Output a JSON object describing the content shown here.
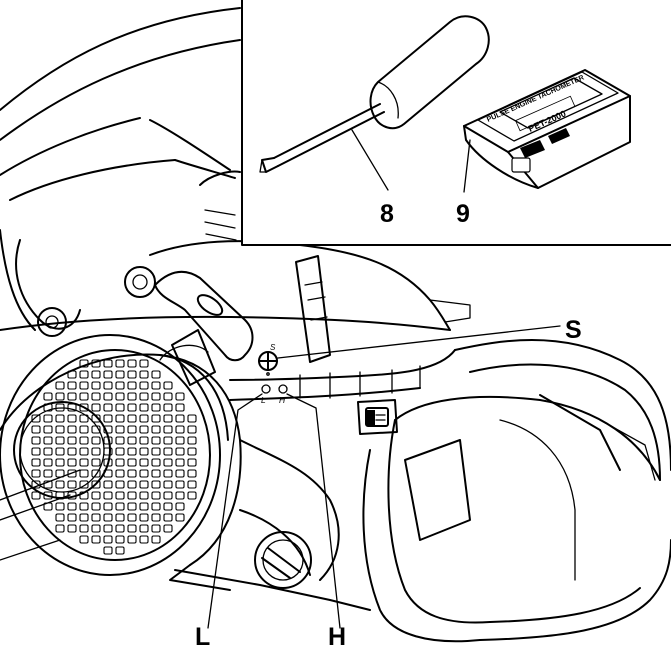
{
  "callouts": {
    "screwdriver": "8",
    "tachometer": "9",
    "idle_screw": "S",
    "low_jet": "L",
    "high_jet": "H"
  },
  "screw_marks": {
    "idle": "S",
    "low": "L",
    "high": "H"
  },
  "tachometer_label": {
    "brand": "PULSE ENGINE TACHOMETER",
    "model": "PET-2000"
  }
}
